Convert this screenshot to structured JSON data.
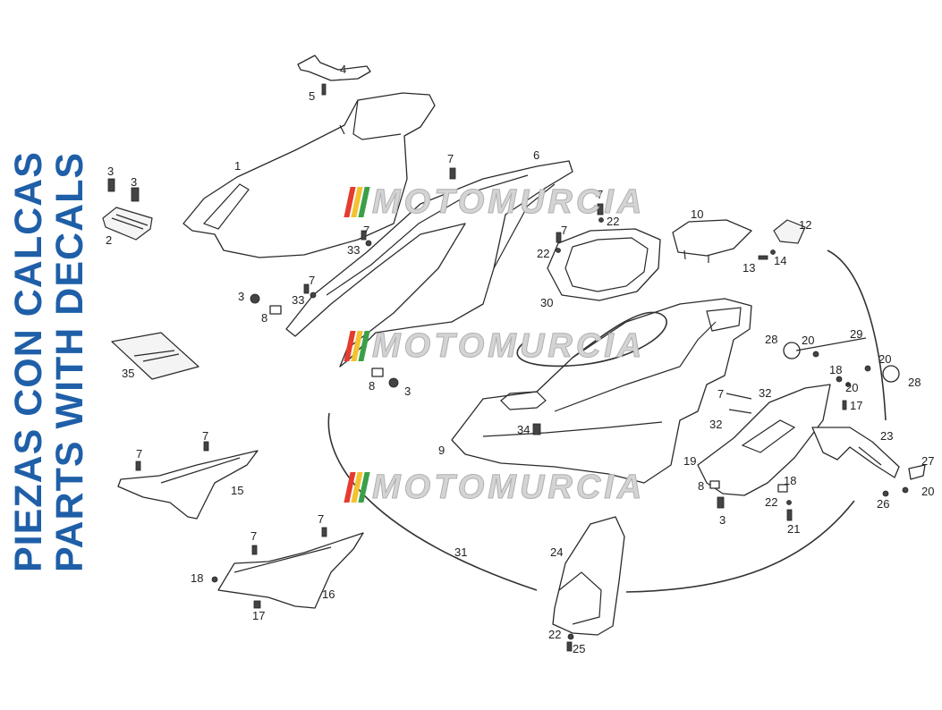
{
  "titles": {
    "line1": "PIEZAS CON CALCAS",
    "line2": "PARTS WITH DECALS"
  },
  "watermark": {
    "text": "MOTOMURCIA",
    "flag_colors": [
      "#e63b2e",
      "#f2c230",
      "#3aa048"
    ]
  },
  "colors": {
    "title": "#1f5fa8",
    "line": "#2a2a2a"
  },
  "callouts": [
    {
      "id": "c1",
      "label": "1"
    },
    {
      "id": "c2",
      "label": "2"
    },
    {
      "id": "c3a",
      "label": "3"
    },
    {
      "id": "c3b",
      "label": "3"
    },
    {
      "id": "c3c",
      "label": "3"
    },
    {
      "id": "c3d",
      "label": "3"
    },
    {
      "id": "c3e",
      "label": "3"
    },
    {
      "id": "c4",
      "label": "4"
    },
    {
      "id": "c5",
      "label": "5"
    },
    {
      "id": "c6",
      "label": "6"
    },
    {
      "id": "c7a",
      "label": "7"
    },
    {
      "id": "c7b",
      "label": "7"
    },
    {
      "id": "c7c",
      "label": "7"
    },
    {
      "id": "c7d",
      "label": "7"
    },
    {
      "id": "c7e",
      "label": "7"
    },
    {
      "id": "c7f",
      "label": "7"
    },
    {
      "id": "c7g",
      "label": "7"
    },
    {
      "id": "c7h",
      "label": "7"
    },
    {
      "id": "c7i",
      "label": "7"
    },
    {
      "id": "c7j",
      "label": "7"
    },
    {
      "id": "c8a",
      "label": "8"
    },
    {
      "id": "c8b",
      "label": "8"
    },
    {
      "id": "c8c",
      "label": "8"
    },
    {
      "id": "c9",
      "label": "9"
    },
    {
      "id": "c10",
      "label": "10"
    },
    {
      "id": "c12",
      "label": "12"
    },
    {
      "id": "c13",
      "label": "13"
    },
    {
      "id": "c14",
      "label": "14"
    },
    {
      "id": "c15",
      "label": "15"
    },
    {
      "id": "c16",
      "label": "16"
    },
    {
      "id": "c17a",
      "label": "17"
    },
    {
      "id": "c17b",
      "label": "17"
    },
    {
      "id": "c18a",
      "label": "18"
    },
    {
      "id": "c18b",
      "label": "18"
    },
    {
      "id": "c18c",
      "label": "18"
    },
    {
      "id": "c19",
      "label": "19"
    },
    {
      "id": "c20a",
      "label": "20"
    },
    {
      "id": "c20b",
      "label": "20"
    },
    {
      "id": "c20c",
      "label": "20"
    },
    {
      "id": "c20d",
      "label": "20"
    },
    {
      "id": "c21",
      "label": "21"
    },
    {
      "id": "c22a",
      "label": "22"
    },
    {
      "id": "c22b",
      "label": "22"
    },
    {
      "id": "c22c",
      "label": "22"
    },
    {
      "id": "c22d",
      "label": "22"
    },
    {
      "id": "c23",
      "label": "23"
    },
    {
      "id": "c24",
      "label": "24"
    },
    {
      "id": "c25",
      "label": "25"
    },
    {
      "id": "c26",
      "label": "26"
    },
    {
      "id": "c27",
      "label": "27"
    },
    {
      "id": "c28a",
      "label": "28"
    },
    {
      "id": "c28b",
      "label": "28"
    },
    {
      "id": "c29",
      "label": "29"
    },
    {
      "id": "c30",
      "label": "30"
    },
    {
      "id": "c31",
      "label": "31"
    },
    {
      "id": "c32a",
      "label": "32"
    },
    {
      "id": "c32b",
      "label": "32"
    },
    {
      "id": "c33a",
      "label": "33"
    },
    {
      "id": "c33b",
      "label": "33"
    },
    {
      "id": "c34",
      "label": "34"
    },
    {
      "id": "c35",
      "label": "35"
    }
  ]
}
